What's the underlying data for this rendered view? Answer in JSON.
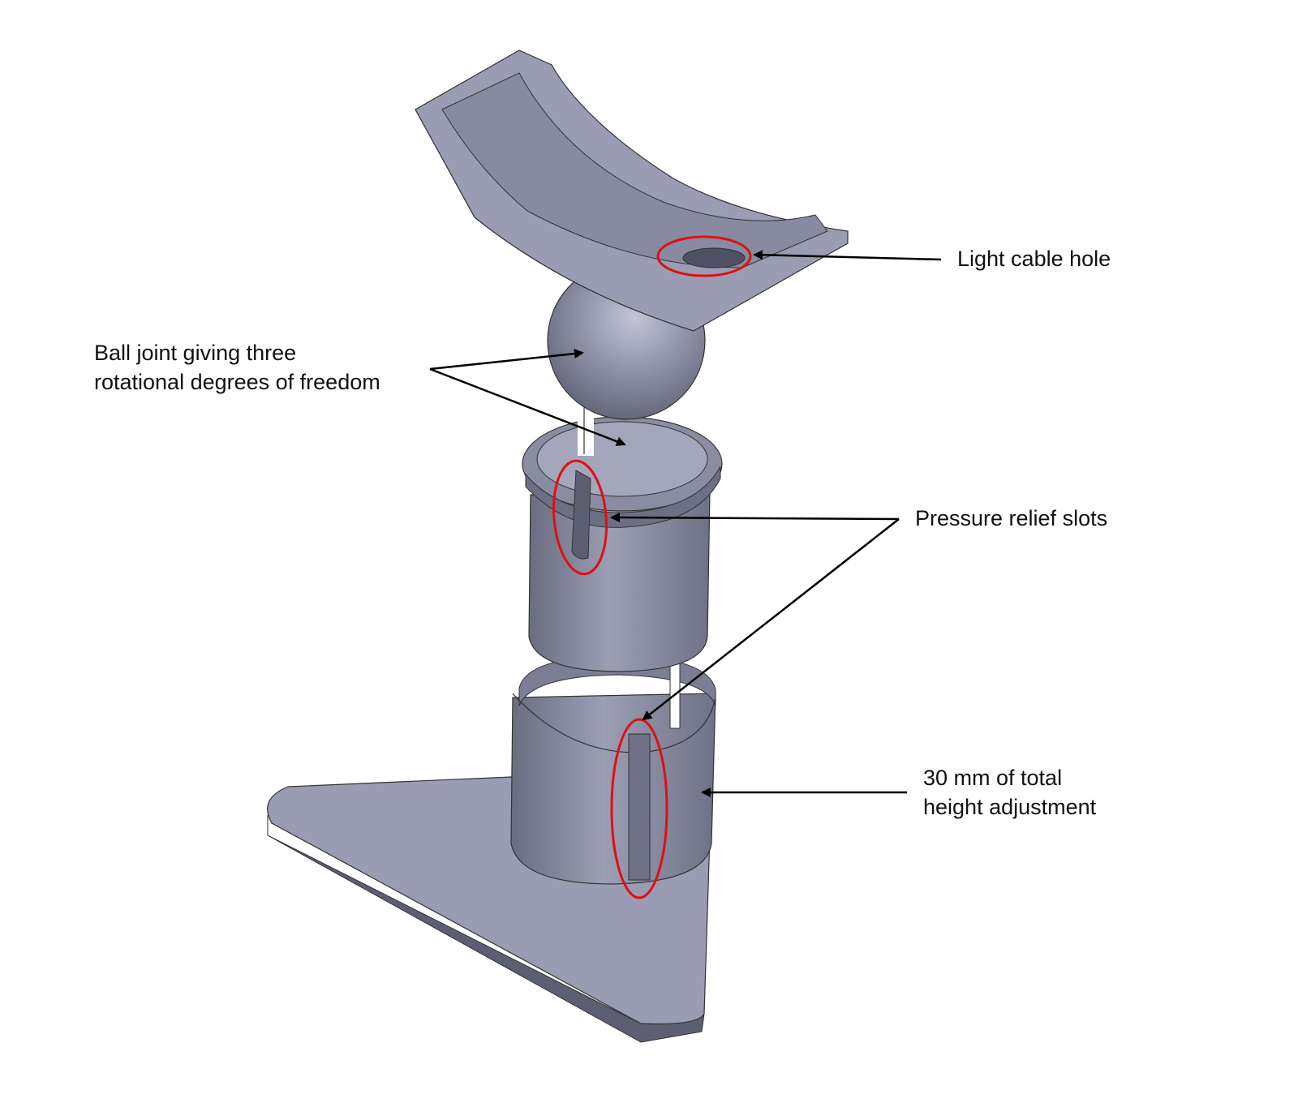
{
  "labels": {
    "cable_hole": "Light cable hole",
    "ball_joint_line1": "Ball joint giving three",
    "ball_joint_line2": "rotational degrees of freedom",
    "relief_slots": "Pressure relief slots",
    "height_line1": "30 mm of total",
    "height_line2": "height adjustment"
  },
  "colors": {
    "part_light": "#9a9cb3",
    "part_mid": "#7c7e95",
    "part_dark": "#5c5e72",
    "highlight": "#e01010",
    "arrow": "#000000"
  }
}
